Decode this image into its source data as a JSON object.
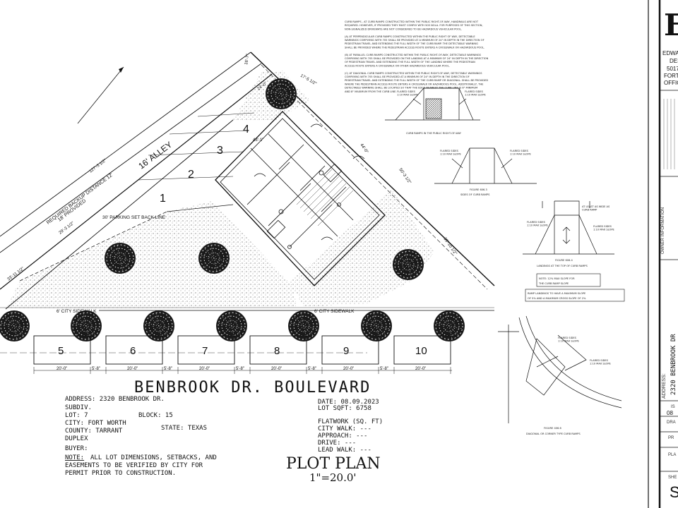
{
  "alley_label": "16' ALLEY",
  "backup_label": "REQUIRED BACKUP DISTANCE 12'",
  "backup_provided": "18' PROVIDED",
  "parking_setback": "30' PARKING SET BACK LINE",
  "sidewalk_left": "6' CITY SIDEWALK",
  "sidewalk_right": "6' CITY SIDEWALK",
  "dim_left_1": "29'-3 1/2\"",
  "dim_left_2": "33'-11 1/2\"",
  "dim_top_1": "16'-7\"",
  "dim_top_2": "24'-0\"",
  "dim_top_3": "17'-5 1/2\"",
  "dim_mid": "43'-1\"",
  "dim_right_1": "44'-0\"",
  "dim_right_2": "50'-3 1/2\"",
  "dim_right_3": "39'-10 1/2\"",
  "dim_diag": "127'-3 1/2\"",
  "upper_lots": [
    "1",
    "2",
    "3",
    "4"
  ],
  "lower_lots": [
    "5",
    "6",
    "7",
    "8",
    "9",
    "10"
  ],
  "lot_widths": [
    "20'-0\"",
    "20'-0\"",
    "20'-0\"",
    "20'-0\"",
    "20'-0\"",
    "20'-0\""
  ],
  "gap_widths": [
    "5'-8\"",
    "5'-8\"",
    "5'-8\"",
    "5'-8\"",
    "5'-8\""
  ],
  "street": "BENBROOK DR. BOULEVARD",
  "info": {
    "address": "ADDRESS: 2320 BENBROOK DR.",
    "subdiv": "SUBDIV.",
    "lot": "LOT: 7",
    "block": "BLOCK: 15",
    "city": "CITY: FORT WORTH",
    "county": "COUNTY: TARRANT",
    "state": "STATE: TEXAS",
    "type": "DUPLEX",
    "buyer": "BUYER:",
    "note_label": "NOTE:",
    "note_1": "ALL LOT DIMENSIONS, SETBACKS, AND",
    "note_2": "EASEMENTS TO BE VERIFIED BY CITY FOR",
    "note_3": "PERMIT PRIOR TO CONSTRUCTION.",
    "date": "DATE: 08.09.2023",
    "lot_sqft": "LOT SQFT: 6758",
    "flatwork": "FLATWORK (SQ. FT)",
    "city_walk": "CITY WALK: ---",
    "approach": "APPROACH: ---",
    "drive": "DRIVE: ---",
    "lead_walk": "LEAD WALK: ---"
  },
  "plan_title": "PLOT PLAN",
  "plan_scale": "1\"=20.0'",
  "notes_text": [
    "CURB RAMPS - AT CURB RAMPS CONSTRUCTED WITHIN THE PUBLIC RIGHT-OF-WAY, HANDRAILS ARE NOT",
    "REQUIRED. HOWEVER, IF PROVIDED THEY MUST COMPLY WITH 505 NOLA. FOR PURPOSES OF THIS SECTION,",
    "NON-SIGNALIZED DRIVEWAYS ARE NOT CONSIDERED TO BE HAZARDOUS VEHICULAR POOL.",
    "",
    "(A) AT PERPENDICULAR CURB RAMPS CONSTRUCTED WITHIN THE PUBLIC RIGHT OF WAY, DETECTABLE",
    "WARNINGS COMPLYING WITH 705 SHALL BE PROVIDED AT A MINIMUM OF 24\" IN DEPTH IN THE DIRECTION OF",
    "PEDESTRIAN TRAVEL AND EXTENDING THE FULL WIDTH OF THE CURB RAMP. THE DETECTABLE WARNING",
    "SHALL BE PROVIDED WHERE THE PEDESTRIAN ACCESS ROUTE ENTERS A CROSSWALK OR HAZARDOUS POOL.",
    "",
    "(B) AT PARALLEL CURB RAMPS CONSTRUCTED WITHIN THE PUBLIC RIGHT-OF-WAY, DETECTABLE WARNINGS",
    "COMPLYING WITH 705 SHALL BE PROVIDED ON THE LANDING AT A MINIMUM OF 24\" IN DEPTH IN THE DIRECTION",
    "OF PEDESTRIAN TRAVEL AND EXTENDING THE FULL WIDTH OF THE LANDING WHERE THE PEDESTRIAN",
    "ACCESS ROUTE ENTERS A CROSSWALK OR OTHER HAZARDOUS VEHICULAR POOL.",
    "",
    "(C) AT DIAGONAL CURB RAMPS CONSTRUCTED WITHIN THE PUBLIC RIGHT-OF-WAY, DETECTABLE WARNINGS",
    "COMPLYING WITH 705 SHALL BE PROVIDED AT A MINIMUM OF 24\" IN DEPTH IN THE DIRECTION OF",
    "PEDESTRIAN TRAVEL AND EXTENDING THE FULL WIDTH OF THE CURB RAMP OR DIAGONAL. SHALL BE PROVIDED",
    "WHERE THE PEDESTRIAN ACCESS ROUTE ENTERS A CROSSWALK OR HAZARDOUS POOL. ADDITIONALLY, THE",
    "DETECTABLE WARNING SHALL BE LOCATED SO THAT THE EDGE NEAREST THE CURB LINE IS 6\" MINIMUM",
    "AND 8\" MAXIMUM FROM THE CURB LINE."
  ],
  "ramp1": {
    "left": "FLARED SIDES\n1:10 MAX SLOPE",
    "right": "FLARED SIDES\n1:10 MAX SLOPE",
    "caption": "CURB RAMPS IN THE PUBLIC RIGHT-OF-WAY"
  },
  "ramp2": {
    "left": "FLARED SIDES\n1:10 MAX SLOPE",
    "right": "FLARED SIDES\n1:10 MAX SLOPE",
    "fig": "FIGURE 606.3",
    "caption": "SIDES OF CURB RAMPS"
  },
  "ramp3": {
    "top": "AT LEAST AS WIDE AS\nCURB RAMP",
    "left": "FLARED SIDES\n1:10 MAX SLOPE",
    "right": "FLARED SIDES\n1:10 MAX SLOPE",
    "fig": "FIGURE 606.4",
    "caption": "LANDINGS AT THE TOP OF CURB RAMPS"
  },
  "slope_note_1": "NOTE: 12% MAX SLOPE FOR",
  "slope_note_2": "THE CURB RAMP SLOPE",
  "ramp_note_1": "RAMP LANDINGS TO HAVE A MAXIMUM SLOPE",
  "ramp_note_2": "OF 5% AND A MAXIMUM CROSS SLOPE OF 2%",
  "ramp4": {
    "left": "FLARED SIDES\n1:10 MAX SLOPE",
    "right": "FLARED SIDES\n1:10 MAX SLOPE",
    "fig": "FIGURE 406.6",
    "caption": "DIAGONAL OR CORNER TYPE CURB RAMPS"
  },
  "titleblock": {
    "logo": "E",
    "line1": "EDWA",
    "line2": "DES",
    "line3": "5017",
    "line4": "FORT W",
    "line5": "OFFICE",
    "owner": "OWNER INFORMATION",
    "address_label": "ADDRESS:",
    "address_val": "2320 BENBROOK DR",
    "is": "IS",
    "date_part": "08",
    "dra": "DRA",
    "pr": "PR",
    "pla": "PLA",
    "she": "SHE",
    "sheet": "S"
  }
}
